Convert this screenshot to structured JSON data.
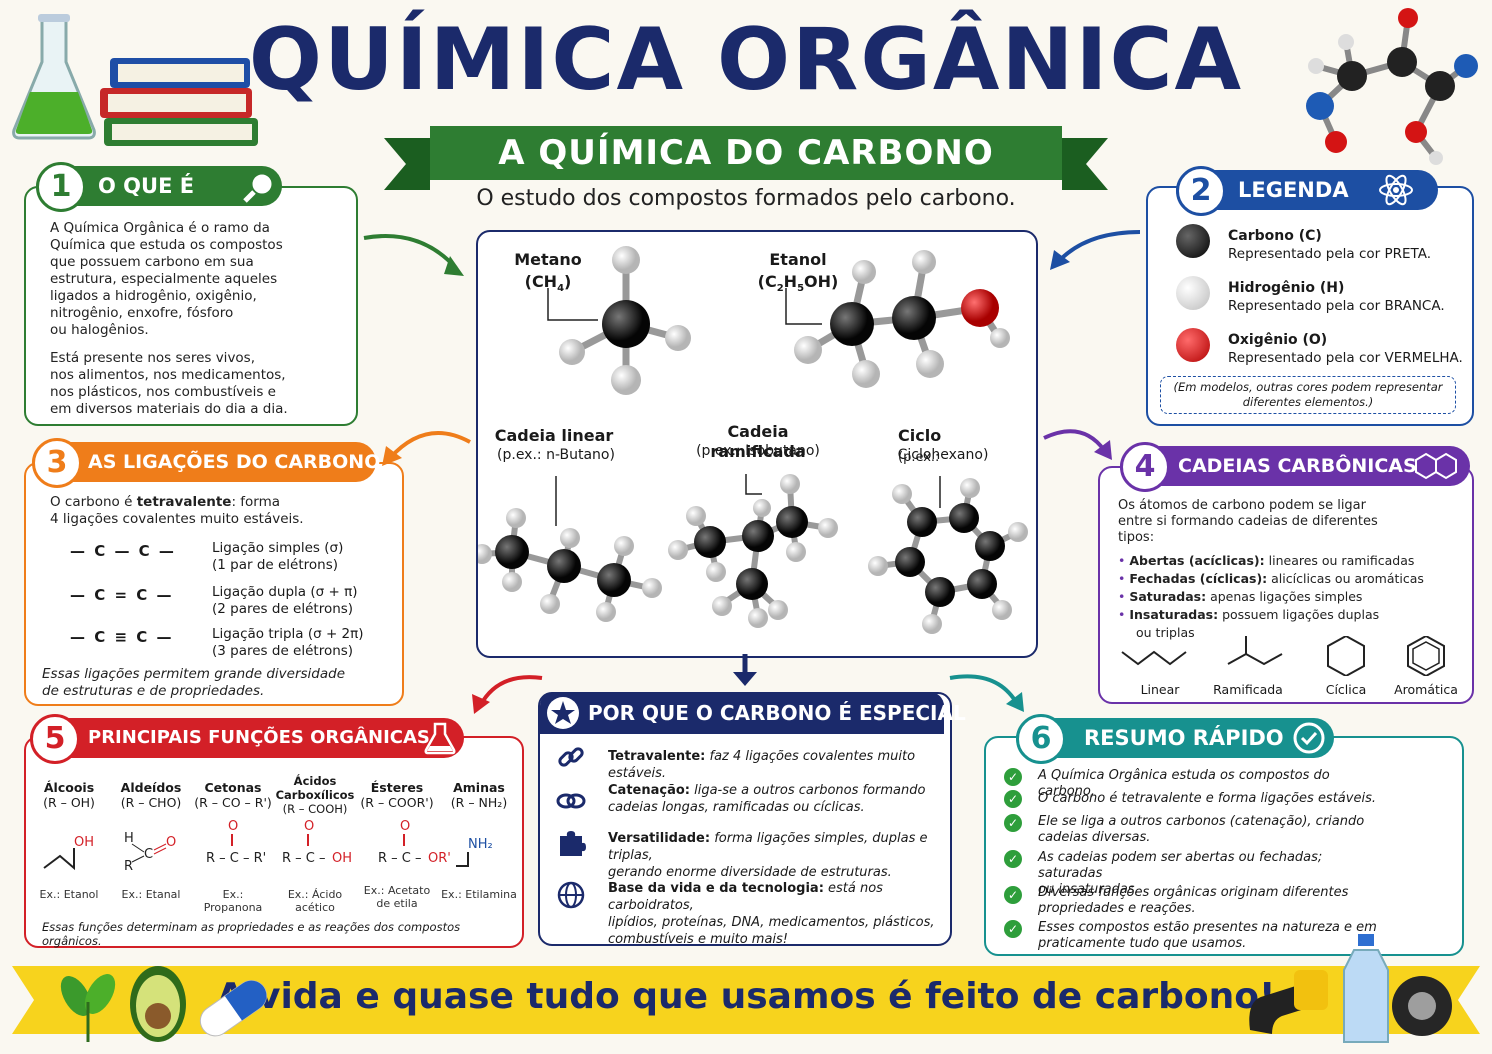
{
  "title": "QUÍMICA ORGÂNICA",
  "ribbon": "A QUÍMICA DO CARBONO",
  "subtitle": "O estudo dos compostos formados pelo carbono.",
  "colors": {
    "navy": "#1b2a6b",
    "green": "#2e7d32",
    "blue": "#1d4fa3",
    "orange": "#ef7d1a",
    "purple": "#6a32a8",
    "red": "#d32027",
    "teal": "#17918f",
    "yellow": "#f7d31d"
  },
  "s1": {
    "num": "1",
    "title": "O QUE É",
    "icon": "magnifier-icon",
    "p1": [
      "A Química Orgânica é o ramo da",
      "Química que estuda os compostos",
      "que possuem carbono em sua",
      "estrutura, especialmente aqueles",
      "ligados a hidrogênio, oxigênio,",
      "nitrogênio, enxofre, fósforo",
      "ou halogênios."
    ],
    "p2": [
      "Está presente nos seres vivos,",
      "nos alimentos, nos medicamentos,",
      "nos plásticos, nos combustíveis e",
      "em diversos materiais do dia a dia."
    ]
  },
  "s2": {
    "num": "2",
    "title": "LEGENDA",
    "icon": "atom-icon",
    "items": [
      {
        "name": "Carbono (C)",
        "desc": "Representado pela cor PRETA.",
        "color": "#111111"
      },
      {
        "name": "Hidrogênio (H)",
        "desc": "Representado pela cor BRANCA.",
        "color": "#e8e8e8"
      },
      {
        "name": "Oxigênio (O)",
        "desc": "Representado pela cor VERMELHA.",
        "color": "#d41414"
      }
    ],
    "note1": "(Em modelos, outras cores podem representar",
    "note2": "diferentes elementos.)"
  },
  "center": {
    "metano": "Metano",
    "metano_f": "(CH",
    "metano_sub": "4",
    "metano_end": ")",
    "etanol": "Etanol",
    "etanol_f1": "(C",
    "etanol_s1": "2",
    "etanol_f2": "H",
    "etanol_s2": "5",
    "etanol_f3": "OH)",
    "linear": "Cadeia linear",
    "linear_ex": "(p.ex.: n-Butano)",
    "ramif": "Cadeia ramificada",
    "ramif_ex": "(p.ex.: Isobutano)",
    "ciclo": "Ciclo",
    "ciclo_ex1": "(p.ex.:",
    "ciclo_ex2": "Ciclohexano)"
  },
  "s3": {
    "num": "3",
    "title": "AS LIGAÇÕES DO CARBONO",
    "intro1_pre": "O carbono é ",
    "intro1_b": "tetravalente",
    ":": ":",
    "intro1_post": ": forma",
    "intro2": "4 ligações covalentes muito estáveis.",
    "bonds": [
      {
        "sym": "— C — C —",
        "d1": "Ligação simples (σ)",
        "d2": "(1 par de elétrons)"
      },
      {
        "sym": "— C = C —",
        "d1": "Ligação dupla (σ + π)",
        "d2": "(2 pares de elétrons)"
      },
      {
        "sym": "— C ≡ C —",
        "d1": "Ligação tripla (σ + 2π)",
        "d2": "(3 pares de elétrons)"
      }
    ],
    "foot1": "Essas ligações permitem grande diversidade",
    "foot2": "de estruturas e de propriedades."
  },
  "s4": {
    "num": "4",
    "title": "CADEIAS CARBÔNICAS",
    "icon": "hexagons-icon",
    "intro": [
      "Os átomos de carbono podem se ligar",
      "entre si formando cadeias de diferentes",
      "tipos:"
    ],
    "items": [
      {
        "b": "Abertas (acíclicas):",
        "t": " lineares ou ramificadas"
      },
      {
        "b": "Fechadas (cíclicas):",
        "t": " alicíclicas ou aromáticas"
      },
      {
        "b": "Saturadas:",
        "t": " apenas ligações simples"
      },
      {
        "b": "Insaturadas:",
        "t": " possuem ligações duplas"
      }
    ],
    "cont": "ou triplas",
    "shapes": [
      "Linear",
      "Ramificada",
      "Cíclica",
      "Aromática"
    ]
  },
  "s5": {
    "num": "5",
    "title": "PRINCIPAIS FUNÇÕES ORGÂNICAS",
    "icon": "flask-icon",
    "cols": [
      {
        "n1": "Álcoois",
        "n2": "",
        "f": "(R – OH)",
        "ex": "Ex.: Etanol",
        "ex2": ""
      },
      {
        "n1": "Aldeídos",
        "n2": "",
        "f": "(R – CHO)",
        "ex": "Ex.: Etanal",
        "ex2": ""
      },
      {
        "n1": "Cetonas",
        "n2": "",
        "f": "(R – CO – R')",
        "ex": "Ex.: Propanona",
        "ex2": ""
      },
      {
        "n1": "Ácidos",
        "n2": "Carboxílicos",
        "f": "(R – COOH)",
        "ex": "Ex.: Ácido acético",
        "ex2": ""
      },
      {
        "n1": "Ésteres",
        "n2": "",
        "f": "(R – COOR')",
        "ex": "Ex.: Acetato",
        "ex2": "de etila"
      },
      {
        "n1": "Aminas",
        "n2": "",
        "f": "(R – NH₂)",
        "ex": "Ex.: Etilamina",
        "ex2": ""
      }
    ],
    "foot": "Essas funções determinam as propriedades e as reações dos compostos orgânicos."
  },
  "s_why": {
    "title": "POR QUE O CARBONO É ESPECIAL",
    "icon": "star-icon",
    "items": [
      {
        "b": "Tetravalente:",
        "l1": " faz 4 ligações covalentes muito estáveis.",
        "l2": "",
        "l3": "",
        "icon": "link-icon"
      },
      {
        "b": "Catenação:",
        "l1": " liga-se a outros carbonos formando",
        "l2": "cadeias longas, ramificadas ou cíclicas.",
        "l3": "",
        "icon": "chain-icon"
      },
      {
        "b": "Versatilidade:",
        "l1": " forma ligações simples, duplas e triplas,",
        "l2": "gerando enorme diversidade de estruturas.",
        "l3": "",
        "icon": "puzzle-icon"
      },
      {
        "b": "Base da vida e da tecnologia:",
        "l1": " está nos carboidratos,",
        "l2": "lipídios, proteínas, DNA, medicamentos, plásticos,",
        "l3": "combustíveis e muito mais!",
        "icon": "globe-icon"
      }
    ]
  },
  "s6": {
    "num": "6",
    "title": "RESUMO RÁPIDO",
    "icon": "check-circle-icon",
    "items": [
      [
        "A Química Orgânica estuda os compostos do carbono.",
        ""
      ],
      [
        "O carbono é tetravalente e forma ligações estáveis.",
        ""
      ],
      [
        "Ele se liga a outros carbonos (catenação), criando",
        "cadeias diversas."
      ],
      [
        "As cadeias podem ser abertas ou fechadas; saturadas",
        "ou insaturadas."
      ],
      [
        "Diversas funções orgânicas originam diferentes",
        "propriedades e reações."
      ],
      [
        "Esses compostos estão presentes na natureza e em",
        "praticamente tudo que usamos."
      ]
    ]
  },
  "banner": "A vida e quase tudo que usamos é feito de carbono!"
}
